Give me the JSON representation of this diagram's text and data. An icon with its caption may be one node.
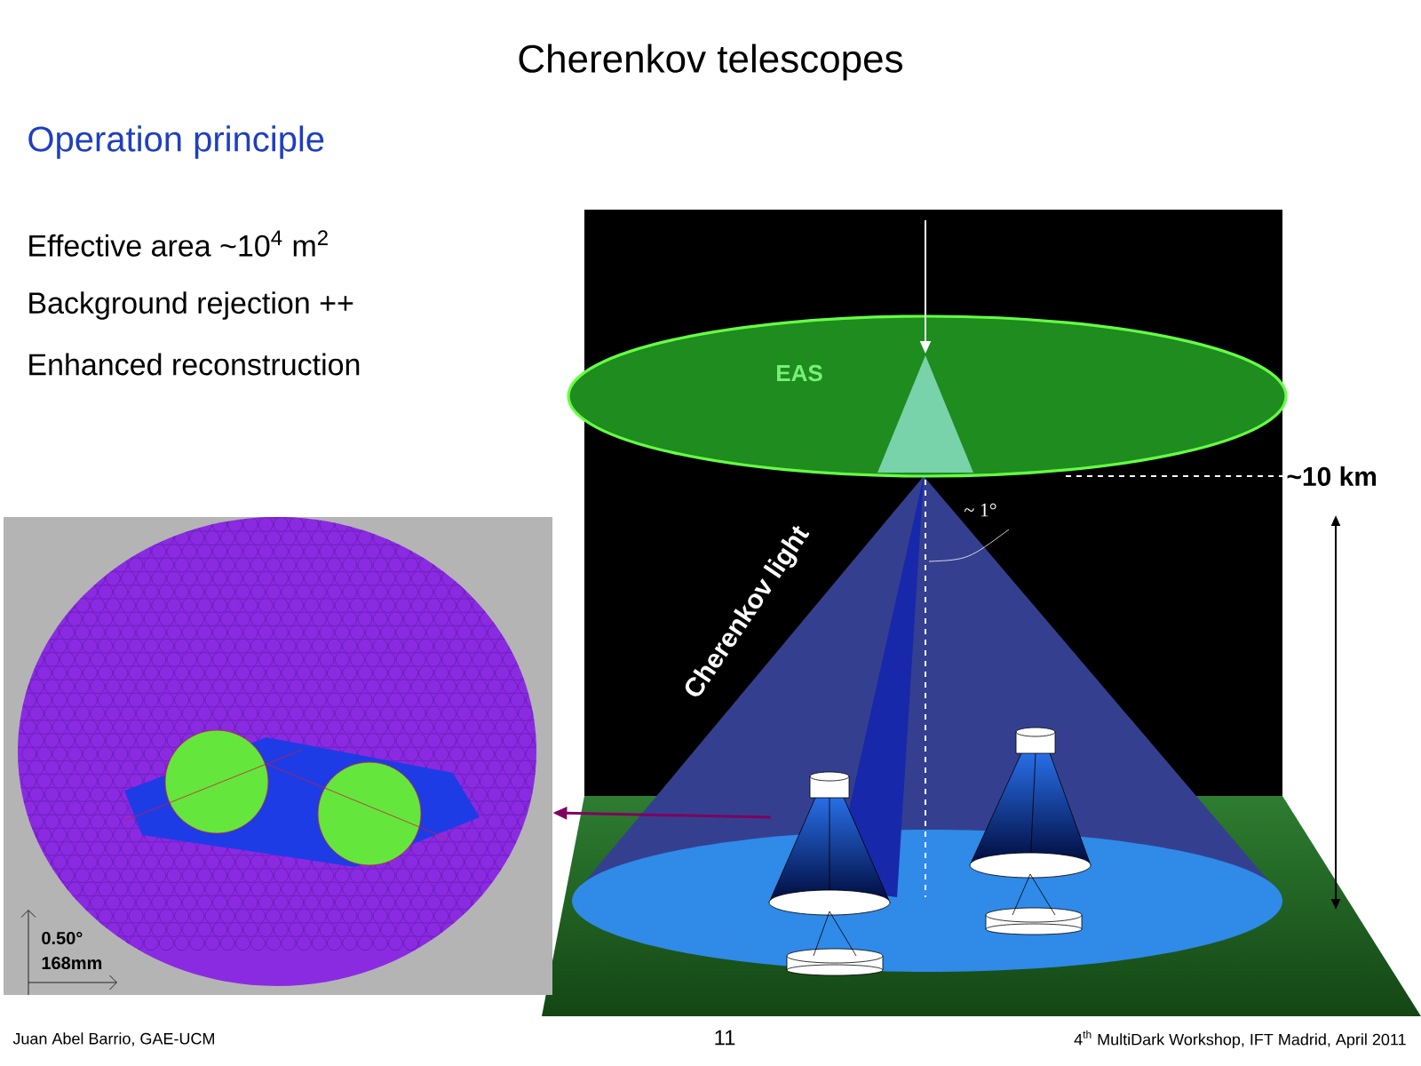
{
  "diagram": {
    "title": "Cherenkov telescopes",
    "nodes": [
      {
        "text": [],
        "shape": "picture"
      },
      {
        "text": [],
        "shape": "picture"
      },
      {
        "text": [
          "EAS"
        ]
      }
    ],
    "edges": [
      {
        "from": 1,
        "to": 0,
        "arrow": "to",
        "color": "#800060"
      }
    ],
    "labels": [
      "Operation principle",
      "Effective area ~10$^{4}$ m$^{2}$",
      "Background rejection ++",
      "Enhanced reconstruction",
      "Cherenkov light",
      "~ 1°",
      "~10 km",
      "0.50°",
      "168mm",
      "Juan Abel Barrio, GAE-UCM",
      "11",
      "4$^{th}$ MultiDark Workshop, IFT Madrid, April 2011"
    ]
  }
}
